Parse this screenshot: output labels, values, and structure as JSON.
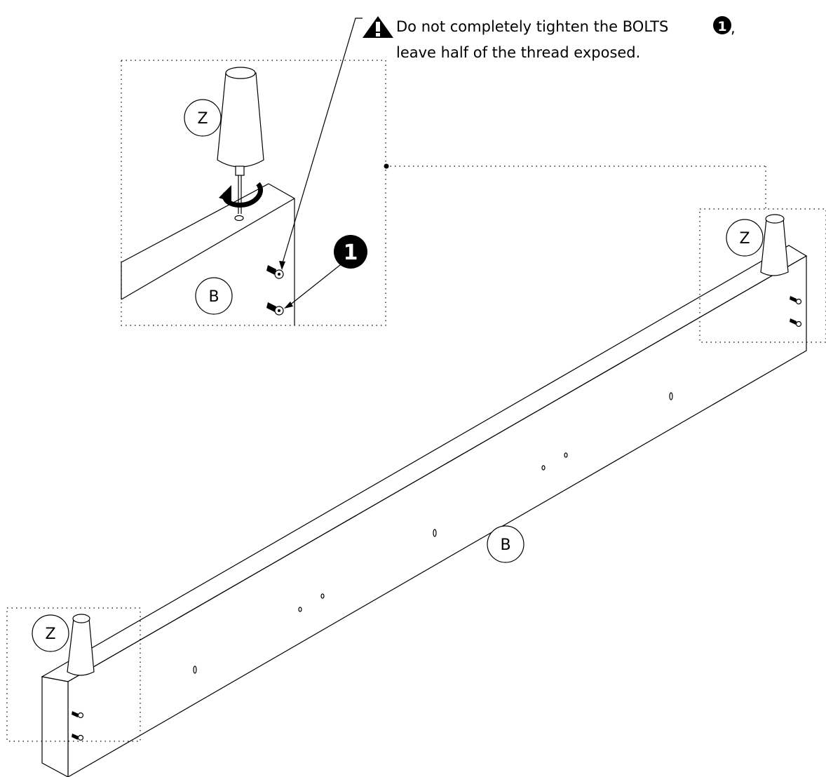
{
  "warning": {
    "line1": "Do not completely tighten the BOLTS",
    "line1_suffix": ",",
    "line2": "leave half of the thread exposed.",
    "bolt_callout": "1"
  },
  "detail": {
    "leg_label": "Z",
    "board_label": "B",
    "bolt_callout": "1"
  },
  "main": {
    "right_leg_label": "Z",
    "left_leg_label": "Z",
    "board_label": "B"
  }
}
